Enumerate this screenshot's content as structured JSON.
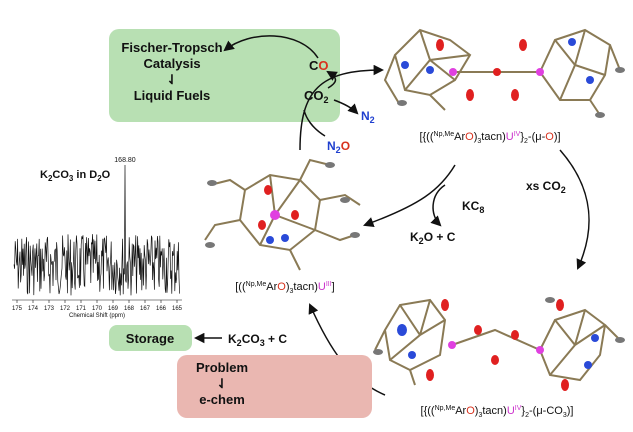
{
  "colors": {
    "green_box": "#b8e0b3",
    "red_box": "#eab7b1",
    "arrow": "#111111",
    "n2o_blue": "#1f3fcf",
    "co_red": "#d8321e",
    "uranium_magenta": "#cc33cc"
  },
  "boxes": {
    "fischer": {
      "line1": "Fischer-Tropsch",
      "line2": "Catalysis",
      "symbol": "⇃",
      "line3": "Liquid Fuels"
    },
    "storage": {
      "label": "Storage"
    },
    "problem": {
      "line1": "Problem",
      "symbol": "⇃",
      "line2": "e-chem"
    }
  },
  "species": {
    "co_c": "C",
    "co_o": "O",
    "co2": "CO",
    "co2_sub": "2",
    "n2": "N",
    "n2_sub": "2",
    "n2o_n": "N",
    "n2o_sub": "2",
    "n2o_o": "O"
  },
  "reagents": {
    "kc8_top": "KC",
    "kc8_top_sub": "8",
    "k2o_c": "K",
    "k2o_c_sub": "2",
    "k2o_c_rest": "O + C",
    "xs_co2": "xs CO",
    "xs_co2_sub": "2",
    "kc8_bottom": "KC",
    "kc8_bottom_sub": "8",
    "k2co3_k": "K",
    "k2co3_sub1": "2",
    "k2co3_co": "CO",
    "k2co3_sub2": "3",
    "k2co3_rest": " + C"
  },
  "complexes": {
    "oxo": "[{((Np,MeArO)3tacn)UIV}2-(μ-O)]",
    "u3": "[((Np,MeArO)3tacn)UIII]",
    "carbonate": "[{((Np,MeArO)3tacn)UIV}2-(μ-CO3)]"
  },
  "nmr": {
    "title_k": "K",
    "title_sub": "2",
    "title_co": "CO",
    "title_sub3": "3",
    "title_rest": " in D",
    "title_sub_d": "2",
    "title_o": "O",
    "peak_label": "168.80",
    "ticks": [
      "175",
      "174",
      "173",
      "172",
      "171",
      "170",
      "169",
      "168",
      "167",
      "166",
      "165"
    ],
    "xlabel": "Chemical Shift (ppm)"
  }
}
